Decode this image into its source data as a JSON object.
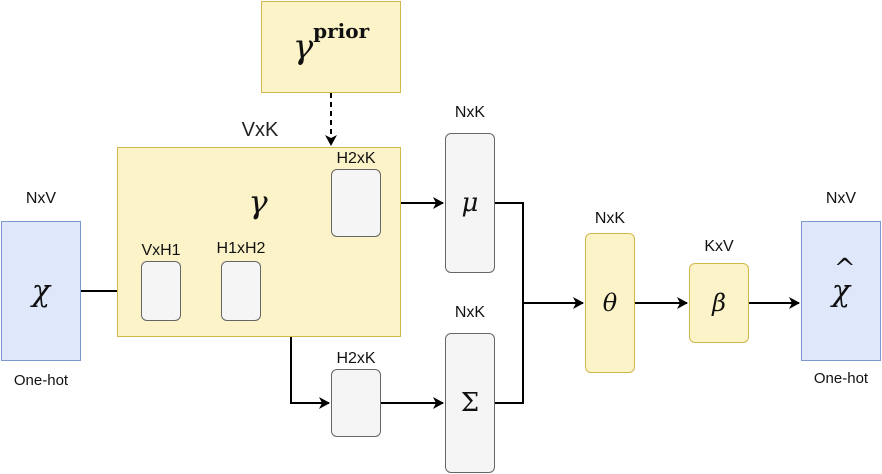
{
  "nodes": {
    "input": {
      "symbol": "χ",
      "dim": "NxV",
      "caption": "One-hot"
    },
    "output": {
      "symbol": "χ",
      "hat": "^",
      "dim": "NxV",
      "caption": "One-hot"
    },
    "gamma_prior": {
      "symbol": "γ",
      "superscript": "prior"
    },
    "encoder": {
      "symbol": "γ",
      "dim": "VxK"
    },
    "layer1": {
      "dim": "VxH1"
    },
    "layer2": {
      "dim": "H1xH2"
    },
    "layer_mu": {
      "dim": "H2xK"
    },
    "layer_sigma": {
      "dim": "H2xK"
    },
    "mu": {
      "symbol": "μ",
      "dim": "NxK"
    },
    "sigma": {
      "symbol": "Σ",
      "dim": "NxK"
    },
    "theta": {
      "symbol": "θ",
      "dim": "NxK"
    },
    "beta": {
      "symbol": "β",
      "dim": "KxV"
    }
  },
  "colors": {
    "blue_fill": "#dfe8fb",
    "blue_border": "#7d98cf",
    "yellow_fill": "#fcf4c8",
    "yellow_border": "#d2b74a",
    "gray_fill": "#f5f5f5",
    "gray_border": "#666666",
    "edge": "#000000"
  }
}
